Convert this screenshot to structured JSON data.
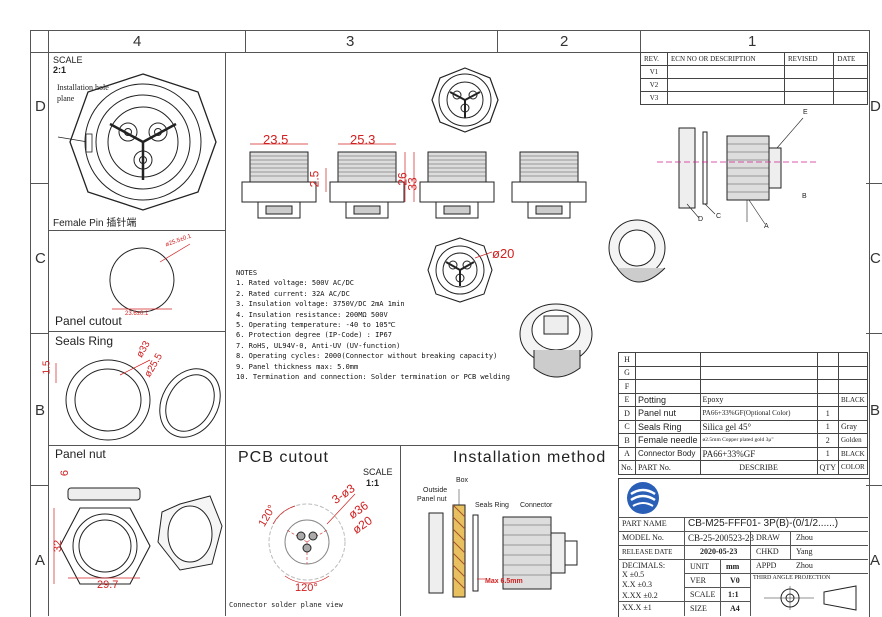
{
  "zones": {
    "top": [
      "4",
      "3",
      "2",
      "1"
    ],
    "side": [
      "D",
      "C",
      "B",
      "A"
    ]
  },
  "scale_panel": {
    "title": "SCALE",
    "value": "2:1",
    "installation_label": "Installation hole plane",
    "female_pin": "Female Pin 插针端"
  },
  "panel_cutout": {
    "label": "Panel cutout",
    "dim_diam": "ø25.5±0.1",
    "dim_width": "23.6±0.1"
  },
  "seals_ring": {
    "label": "Seals Ring",
    "dim_outer": "ø33",
    "dim_inner": "ø25.5",
    "dim_thick": "1.5"
  },
  "panel_nut": {
    "label": "Panel nut",
    "dim_h": "6",
    "dim_side": "32",
    "dim_flat": "29.7"
  },
  "front_dims": {
    "d1": "23.5",
    "d2": "25.3",
    "d3": "2.5",
    "d4": "26",
    "d5": "33",
    "dia": "ø20"
  },
  "notes": {
    "title": "NOTES",
    "items": [
      "1. Rated voltage: 500V AC/DC",
      "2. Rated current: 32A AC/DC",
      "3. Insulation voltage: 3750V/DC 2mA 1min",
      "4. Insulation resistance: 200MΩ 500V",
      "5. Operating temperature: -40 to 105℃",
      "6. Protection degree (IP-Code) : IP67",
      "7. RoHS, UL94V-0, Anti-UV (UV-function)",
      "8. Operating cycles: 2000(Connector without breaking capacity)",
      "9. Panel thickness max: 5.0mm",
      "10. Termination and connection: Solder termination or PCB welding"
    ]
  },
  "pcb": {
    "title": "PCB cutout",
    "scale_title": "SCALE",
    "scale_value": "1:1",
    "d_small": "3-ø3",
    "d_mid": "ø36",
    "d_inner": "ø20",
    "angle1": "120°",
    "angle2": "120°",
    "footer": "Connector solder plane view"
  },
  "install": {
    "title": "Installation method",
    "outside": "Outside",
    "panel_nut": "Panel nut",
    "box": "Box",
    "seals": "Seals Ring",
    "connector": "Connector",
    "max": "Max 6.5mm"
  },
  "callouts": [
    "E",
    "D",
    "C",
    "B",
    "A"
  ],
  "revision": {
    "headers": [
      "REV.",
      "ECN NO OR DESCRIPTION",
      "REVISED",
      "DATE"
    ],
    "rows": [
      "V1",
      "V2",
      "V3"
    ]
  },
  "bom": {
    "empty_rows": [
      "H",
      "G",
      "F"
    ],
    "rows": [
      {
        "no": "E",
        "part": "Potting",
        "desc": "Epoxy",
        "qty": "",
        "color": "BLACK"
      },
      {
        "no": "D",
        "part": "Panel nut",
        "desc": "PA66+33%GF(Optional Color)",
        "qty": "1",
        "color": ""
      },
      {
        "no": "C",
        "part": "Seals Ring",
        "desc": "Silica gel 45°",
        "qty": "1",
        "color": "Gray"
      },
      {
        "no": "B",
        "part": "Female needle",
        "desc": "ø2.5mm Copper plated gold 3μ\"",
        "qty": "2",
        "color": "Golden"
      },
      {
        "no": "A",
        "part": "Connector Body",
        "desc": "PA66+33%GF",
        "qty": "1",
        "color": "BLACK"
      }
    ],
    "header": {
      "no": "No.",
      "part": "PART No.",
      "desc": "DESCRIBE",
      "qty": "QTY",
      "color": "COLOR"
    }
  },
  "title_block": {
    "part_name_label": "PART NAME",
    "part_name": "CB-M25-FFF01- 3P(B)-(0/1/2......)",
    "model_label": "MODEL No.",
    "model": "CB-25-200523-23",
    "release_label": "RELEASE DATE",
    "release": "2020-05-23",
    "draw_label": "DRAW",
    "draw": "Zhou",
    "chkd_label": "CHKD",
    "chkd": "Yang",
    "appd_label": "APPD",
    "appd": "Zhou",
    "decimals_label": "DECIMALS:",
    "tol": [
      "X    ±0.5",
      "X.X   ±0.3",
      "X.XX ±0.2",
      "XX.X ±1"
    ],
    "unit_label": "UNIT",
    "unit": "mm",
    "ver_label": "VER",
    "ver": "V0",
    "scale_label": "SCALE",
    "scale": "1:1",
    "size_label": "SIZE",
    "size": "A4",
    "projection": "THIRD ANGLE PROJECTION"
  }
}
